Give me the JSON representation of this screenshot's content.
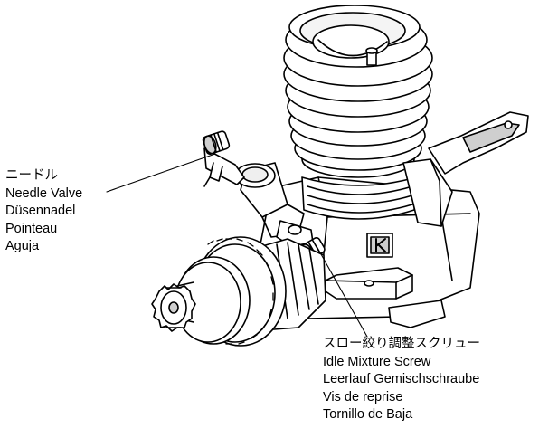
{
  "callouts": {
    "needle_valve": {
      "labels": [
        "ニードル",
        "Needle Valve",
        "Düsennadel",
        "Pointeau",
        "Aguja"
      ]
    },
    "idle_mixture_screw": {
      "labels": [
        "スロー絞り調整スクリュー",
        "Idle Mixture Screw",
        "Leerlauf Gemischschraube",
        "Vis de reprise",
        "Tornillo de Baja"
      ]
    }
  },
  "colors": {
    "line": "#000000",
    "fill": "#ffffff",
    "shade": "#cfcfcf"
  },
  "icons": {
    "engine": "engine-illustration"
  }
}
